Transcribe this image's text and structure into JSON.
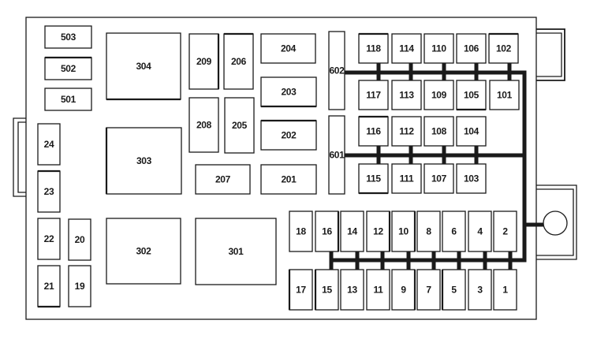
{
  "title": "Fuse box diagram",
  "colors": {
    "line": "#1a1a1a",
    "background": "#ffffff"
  },
  "components": {
    "maxi_fuses": [
      {
        "id": "503",
        "label": "503"
      },
      {
        "id": "502",
        "label": "502"
      },
      {
        "id": "501",
        "label": "501"
      }
    ],
    "relays_300": [
      {
        "id": "304",
        "label": "304"
      },
      {
        "id": "303",
        "label": "303"
      },
      {
        "id": "302",
        "label": "302"
      },
      {
        "id": "301",
        "label": "301"
      }
    ],
    "relays_200": [
      {
        "id": "209",
        "label": "209"
      },
      {
        "id": "206",
        "label": "206"
      },
      {
        "id": "204",
        "label": "204"
      },
      {
        "id": "203",
        "label": "203"
      },
      {
        "id": "208",
        "label": "208"
      },
      {
        "id": "205",
        "label": "205"
      },
      {
        "id": "202",
        "label": "202"
      },
      {
        "id": "207",
        "label": "207"
      },
      {
        "id": "201",
        "label": "201"
      }
    ],
    "diodes_600": [
      {
        "id": "602",
        "label": "602"
      },
      {
        "id": "601",
        "label": "601"
      }
    ],
    "fuses_100_top": [
      {
        "id": "118",
        "label": "118"
      },
      {
        "id": "114",
        "label": "114"
      },
      {
        "id": "110",
        "label": "110"
      },
      {
        "id": "106",
        "label": "106"
      },
      {
        "id": "102",
        "label": "102"
      }
    ],
    "fuses_100_second": [
      {
        "id": "117",
        "label": "117"
      },
      {
        "id": "113",
        "label": "113"
      },
      {
        "id": "109",
        "label": "109"
      },
      {
        "id": "105",
        "label": "105"
      },
      {
        "id": "101",
        "label": "101"
      }
    ],
    "fuses_100_third": [
      {
        "id": "116",
        "label": "116"
      },
      {
        "id": "112",
        "label": "112"
      },
      {
        "id": "108",
        "label": "108"
      },
      {
        "id": "104",
        "label": "104"
      }
    ],
    "fuses_100_fourth": [
      {
        "id": "115",
        "label": "115"
      },
      {
        "id": "111",
        "label": "111"
      },
      {
        "id": "107",
        "label": "107"
      },
      {
        "id": "103",
        "label": "103"
      }
    ],
    "left_fuses": [
      {
        "id": "24",
        "label": "24"
      },
      {
        "id": "23",
        "label": "23"
      },
      {
        "id": "22",
        "label": "22"
      },
      {
        "id": "20",
        "label": "20"
      },
      {
        "id": "21",
        "label": "21"
      },
      {
        "id": "19",
        "label": "19"
      }
    ],
    "bottom_fuses_top_row": [
      {
        "id": "18",
        "label": "18"
      },
      {
        "id": "16",
        "label": "16"
      },
      {
        "id": "14",
        "label": "14"
      },
      {
        "id": "12",
        "label": "12"
      },
      {
        "id": "10",
        "label": "10"
      },
      {
        "id": "8",
        "label": "8"
      },
      {
        "id": "6",
        "label": "6"
      },
      {
        "id": "4",
        "label": "4"
      },
      {
        "id": "2",
        "label": "2"
      }
    ],
    "bottom_fuses_bottom_row": [
      {
        "id": "17",
        "label": "17"
      },
      {
        "id": "15",
        "label": "15"
      },
      {
        "id": "13",
        "label": "13"
      },
      {
        "id": "11",
        "label": "11"
      },
      {
        "id": "9",
        "label": "9"
      },
      {
        "id": "7",
        "label": "7"
      },
      {
        "id": "5",
        "label": "5"
      },
      {
        "id": "3",
        "label": "3"
      },
      {
        "id": "1",
        "label": "1"
      }
    ]
  }
}
